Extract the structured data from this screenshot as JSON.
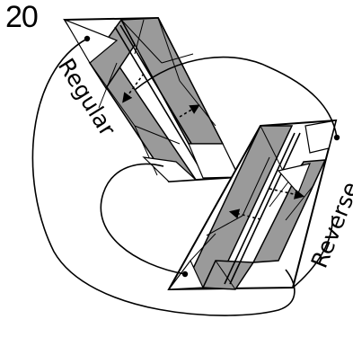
{
  "step": {
    "number": "20"
  },
  "labels": {
    "upper": "Regular",
    "lower": "Reverse"
  },
  "colors": {
    "paper_white": "#ffffff",
    "paper_colored": "#9a9a9a",
    "line": "#000000"
  }
}
